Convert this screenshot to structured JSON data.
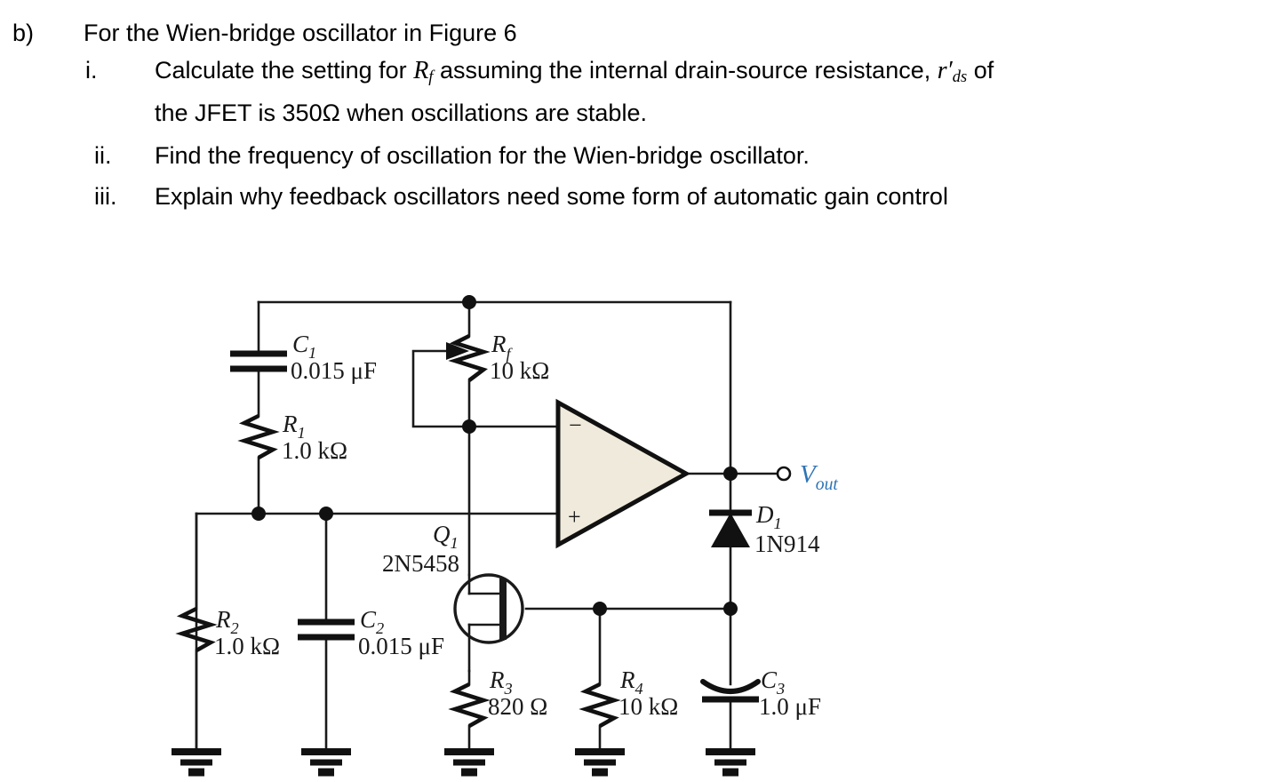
{
  "question": {
    "part_label": "b)",
    "part_text": "For the Wien-bridge oscillator in Figure 6",
    "items": [
      {
        "marker": "i.",
        "text_before": "Calculate the setting for",
        "symbol": "R",
        "symbol_sub": "f",
        "text_mid": "assuming the internal drain-source resistance,",
        "symbol2": "r",
        "symbol2_prime": "′",
        "symbol2_sub": "ds",
        "text_after": "of",
        "line2": "the JFET is 350Ω when oscillations are stable."
      },
      {
        "marker": "ii.",
        "text": "Find the frequency of oscillation for the Wien-bridge oscillator."
      },
      {
        "marker": "iii.",
        "text": "Explain why feedback oscillators need some form of automatic gain control"
      }
    ]
  },
  "circuit": {
    "title": "Wien-bridge oscillator",
    "colors": {
      "wire": "#1a1a1a",
      "opamp_fill": "#efeadb",
      "opamp_stroke": "#111111",
      "label_text": "#1a1a1a",
      "vout_text": "#2e74b5"
    },
    "components": [
      {
        "id": "C1",
        "name": "C",
        "sub": "1",
        "value": "0.015 μF",
        "type": "capacitor"
      },
      {
        "id": "R1",
        "name": "R",
        "sub": "1",
        "value": "1.0 kΩ",
        "type": "resistor"
      },
      {
        "id": "Rf",
        "name": "R",
        "sub": "f",
        "value": "10 kΩ",
        "type": "potentiometer"
      },
      {
        "id": "R2",
        "name": "R",
        "sub": "2",
        "value": "1.0 kΩ",
        "type": "resistor"
      },
      {
        "id": "C2",
        "name": "C",
        "sub": "2",
        "value": "0.015 μF",
        "type": "capacitor"
      },
      {
        "id": "Q1",
        "name": "Q",
        "sub": "1",
        "value": "2N5458",
        "type": "jfet"
      },
      {
        "id": "R3",
        "name": "R",
        "sub": "3",
        "value": "820 Ω",
        "type": "resistor"
      },
      {
        "id": "R4",
        "name": "R",
        "sub": "4",
        "value": "10 kΩ",
        "type": "resistor"
      },
      {
        "id": "D1",
        "name": "D",
        "sub": "1",
        "value": "1N914",
        "type": "diode"
      },
      {
        "id": "C3",
        "name": "C",
        "sub": "3",
        "value": "1.0 μF",
        "type": "capacitor-polarized"
      }
    ],
    "labels": {
      "c1_name": "C",
      "c1_sub": "1",
      "c1_val": "0.015 μF",
      "r1_name": "R",
      "r1_sub": "1",
      "r1_val": "1.0 kΩ",
      "rf_name": "R",
      "rf_sub": "f",
      "rf_val": "10 kΩ",
      "r2_name": "R",
      "r2_sub": "2",
      "r2_val": "1.0 kΩ",
      "c2_name": "C",
      "c2_sub": "2",
      "c2_val": "0.015 μF",
      "q1_name": "Q",
      "q1_sub": "1",
      "q1_val": "2N5458",
      "r3_name": "R",
      "r3_sub": "3",
      "r3_val": "820 Ω",
      "r4_name": "R",
      "r4_sub": "4",
      "r4_val": "10 kΩ",
      "d1_name": "D",
      "d1_sub": "1",
      "d1_val": "1N914",
      "c3_name": "C",
      "c3_sub": "3",
      "c3_val": "1.0 μF",
      "vout_name": "V",
      "vout_sub": "out",
      "opamp_minus": "−",
      "opamp_plus": "+"
    }
  }
}
